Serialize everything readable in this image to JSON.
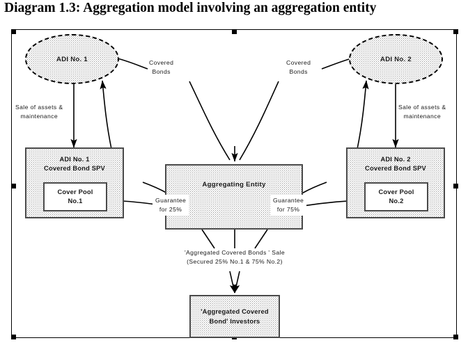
{
  "title": "Diagram 1.3:  Aggregation model involving an aggregation entity",
  "diagram": {
    "type": "flow-diagram",
    "nodes": {
      "adi1": {
        "label": "ADI No. 1",
        "shape": "dashed-ellipse"
      },
      "adi2": {
        "label": "ADI No. 2",
        "shape": "dashed-ellipse"
      },
      "spv1_line1": "ADI No. 1",
      "spv1_line2": "Covered Bond SPV",
      "spv2_line1": "ADI No. 2",
      "spv2_line2": "Covered Bond SPV",
      "pool1_line1": "Cover Pool",
      "pool1_line2": "No.1",
      "pool2_line1": "Cover Pool",
      "pool2_line2": "No.2",
      "aggregating_entity": "Aggregating Entity",
      "investors_line1": "'Aggregated Covered",
      "investors_line2": "Bond' Investors"
    },
    "edge_labels": {
      "sale_left_line1": "Sale of assets &",
      "sale_left_line2": "maintenance",
      "sale_right_line1": "Sale of assets &",
      "sale_right_line2": "maintenance",
      "covered_bonds_left_line1": "Covered",
      "covered_bonds_left_line2": "Bonds",
      "covered_bonds_right_line1": "Covered",
      "covered_bonds_right_line2": "Bonds",
      "guarantee_left_line1": "Guarantee",
      "guarantee_left_line2": "for 25%",
      "guarantee_right_line1": "Guarantee",
      "guarantee_right_line2": "for 75%",
      "sale_bottom_line1": "'Aggregated Covered Bonds ' Sale",
      "sale_bottom_line2": "(Secured 25% No.1 & 75% No.2)"
    },
    "colors": {
      "fill_pattern": "#d8d8d8",
      "shape_border": "#4a4a4a",
      "line": "#000000",
      "text": "#1a1a1a",
      "canvas": "#ffffff"
    }
  }
}
